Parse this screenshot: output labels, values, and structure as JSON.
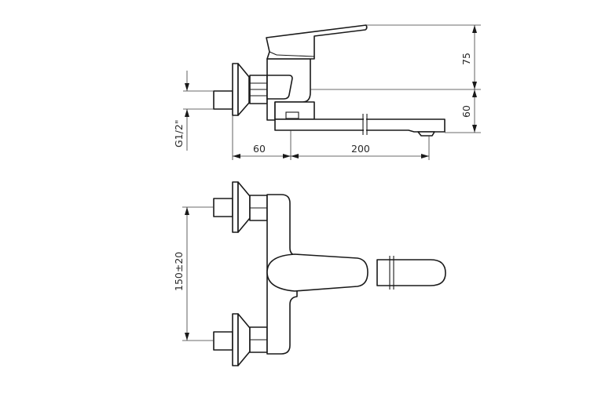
{
  "drawing": {
    "title": "Wall-mounted bath mixer technical drawing",
    "views": [
      "side-view",
      "top-view"
    ],
    "colors": {
      "line": "#1a1a1a",
      "dimension": "#3a3a3a",
      "background": "#ffffff"
    }
  },
  "side_view": {
    "dimensions": {
      "thread": "G1/2\"",
      "wall_to_body": "60",
      "spout_reach": "200",
      "lever_height": "75",
      "spout_height": "60"
    }
  },
  "top_view": {
    "dimensions": {
      "inlet_spacing": "150±20"
    }
  }
}
